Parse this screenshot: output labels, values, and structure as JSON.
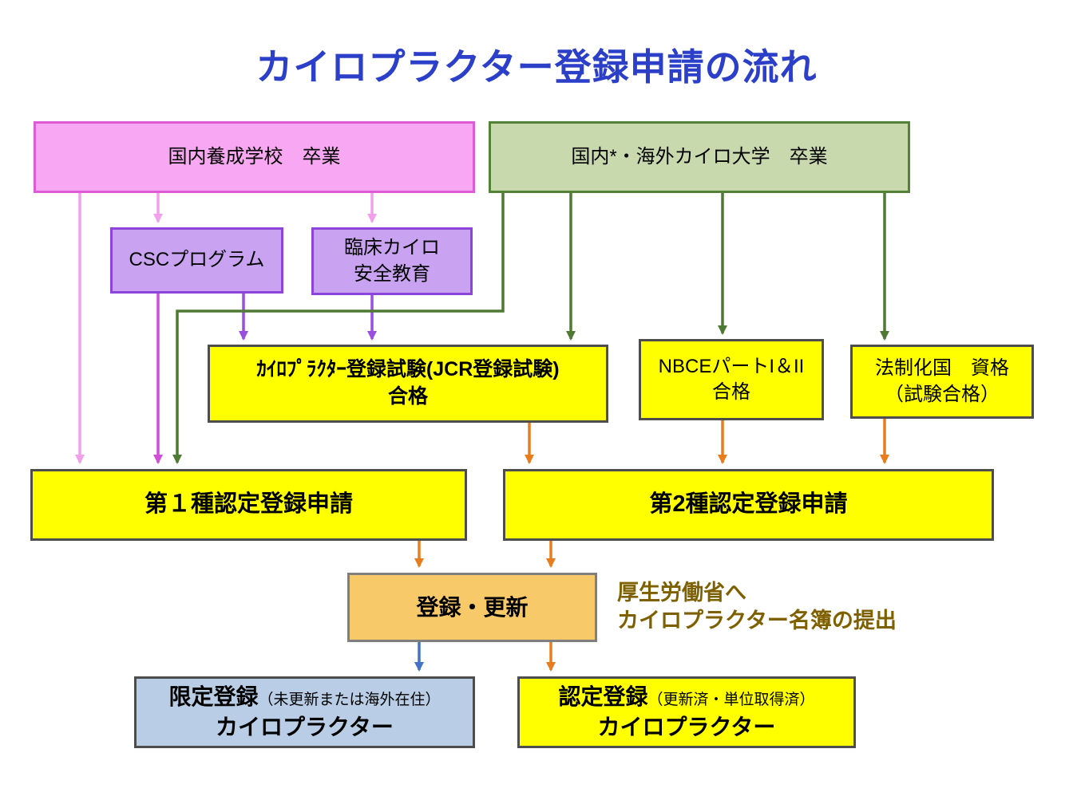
{
  "title": "カイロプラクター登録申請の流れ",
  "nodes": {
    "domestic_school": {
      "label": "国内養成学校　卒業"
    },
    "chiro_university": {
      "label": "国内*・海外カイロ大学　卒業"
    },
    "csc_program": {
      "label": "CSCプログラム"
    },
    "clinical_safety": {
      "line1": "臨床カイロ",
      "line2": "安全教育"
    },
    "jcr_exam": {
      "line1": "ｶｲﾛﾌﾟﾗｸﾀｰ登録試験(JCR登録試験)",
      "line2": "合格"
    },
    "nbce": {
      "line1": "NBCEパートI＆II",
      "line2": "合格"
    },
    "legalized_country": {
      "line1": "法制化国　資格",
      "line2": "（試験合格）"
    },
    "type1_application": {
      "label": "第１種認定登録申請"
    },
    "type2_application": {
      "label": "第2種認定登録申請"
    },
    "register_update": {
      "label": "登録・更新"
    },
    "limited_registration": {
      "title": "限定登録",
      "note": "（未更新または海外在住）",
      "line2": "カイロプラクター"
    },
    "certified_registration": {
      "title": "認定登録",
      "note": "（更新済・単位取得済）",
      "line2": "カイロプラクター"
    }
  },
  "annotation": {
    "line1": "厚生労働省へ",
    "line2": "カイロプラクター名簿の提出"
  },
  "colors": {
    "title_blue": "#2B3FC9",
    "pink_fill": "#F8A8F2",
    "pink_border": "#DD5CD6",
    "green_fill": "#C9D9AE",
    "green_border": "#538135",
    "purple_fill": "#C9A3F2",
    "purple_border": "#8C44DB",
    "yellow_fill": "#FFFF00",
    "gray_border": "#4D4D4D",
    "orange_fill": "#F8C969",
    "blue_fill": "#B9CDE6",
    "arrow_pink": "#F2A0EC",
    "arrow_magenta": "#CF4FD9",
    "arrow_purple": "#9B4FE0",
    "arrow_green": "#4E7A33",
    "arrow_orange": "#E87D1E",
    "arrow_blue": "#4472C4",
    "annotation_text": "#7F6000"
  }
}
